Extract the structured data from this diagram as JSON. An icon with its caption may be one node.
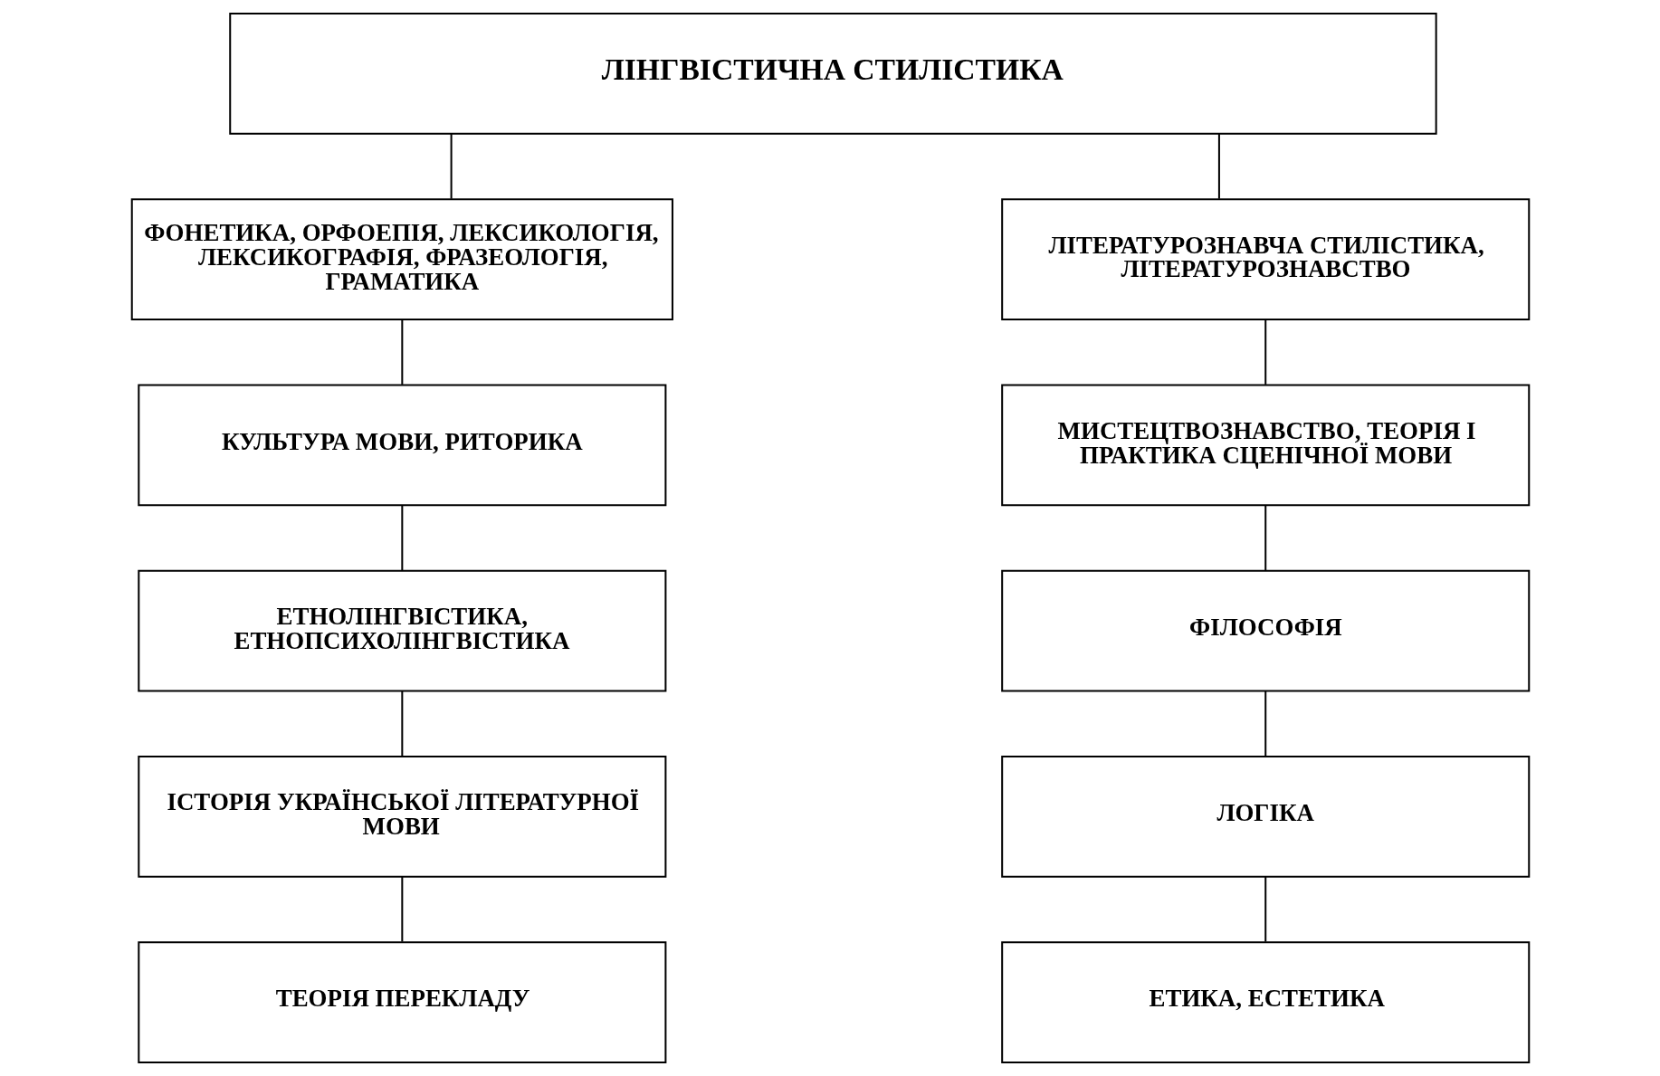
{
  "diagram": {
    "nodes": [
      {
        "text": [
          "ЛІНГВІСТИЧНА СТИЛІСТИКА"
        ]
      },
      {
        "text": [
          "ФОНЕТИКА, ОРФОЕПІЯ, ЛЕКСИКОЛОГІЯ, ЛЕКСИКОГРАФІЯ, ФРАЗЕОЛОГІЯ, ГРАМАТИКА"
        ]
      },
      {
        "text": [
          "КУЛЬТУРА МОВИ, РИТОРИКА"
        ]
      },
      {
        "text": [
          "ЕТНОЛІНГВІСТИКА, ЕТНОПСИХОЛІНГВІСТИКА"
        ]
      },
      {
        "text": [
          "ІСТОРІЯ УКРАЇНСЬКОЇ ЛІТЕРАТУРНОЇ МОВИ"
        ]
      },
      {
        "text": [
          "ТЕОРІЯ ПЕРЕКЛАДУ"
        ]
      },
      {
        "text": [
          "ЛІТЕРАТУРОЗНАВЧА СТИЛІСТИКА, ЛІТЕРАТУРОЗНАВСТВО"
        ]
      },
      {
        "text": [
          "МИСТЕЦТВОЗНАВСТВО, ТЕОРІЯ І ПРАКТИКА СЦЕНІЧНОЇ МОВИ"
        ]
      },
      {
        "text": [
          "ФІЛОСОФІЯ"
        ]
      },
      {
        "text": [
          "ЛОГІКА"
        ]
      },
      {
        "text": [
          "ЕТИКА, ЕСТЕТИКА"
        ]
      }
    ],
    "edges": [
      {
        "from": 0,
        "to": 1,
        "arrow": "none"
      },
      {
        "from": 1,
        "to": 2,
        "arrow": "none"
      },
      {
        "from": 2,
        "to": 3,
        "arrow": "none"
      },
      {
        "from": 3,
        "to": 4,
        "arrow": "none"
      },
      {
        "from": 4,
        "to": 5,
        "arrow": "none"
      },
      {
        "from": 0,
        "to": 6,
        "arrow": "none"
      },
      {
        "from": 6,
        "to": 7,
        "arrow": "none"
      },
      {
        "from": 7,
        "to": 8,
        "arrow": "none"
      },
      {
        "from": 8,
        "to": 9,
        "arrow": "none"
      },
      {
        "from": 9,
        "to": 10,
        "arrow": "none"
      }
    ]
  }
}
